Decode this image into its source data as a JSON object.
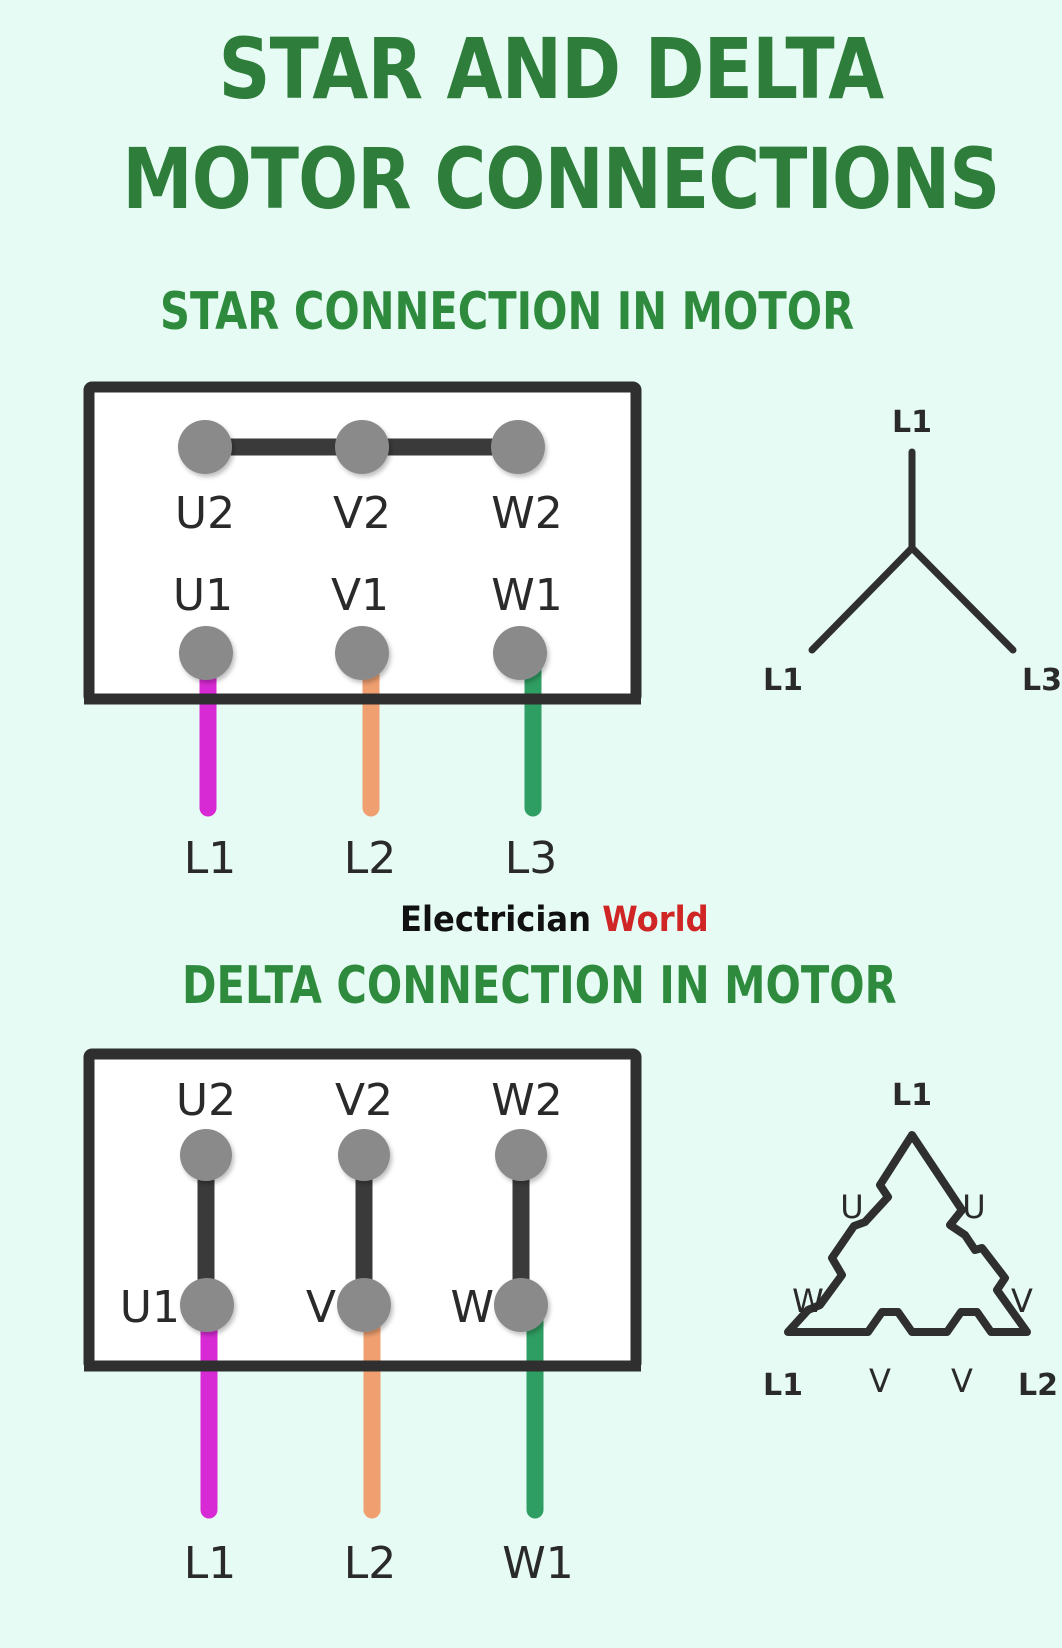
{
  "title": {
    "line1": "STAR AND DELTA",
    "line2": "MOTOR CONNECTIONS"
  },
  "watermark": {
    "part1": "Electrician",
    "part2": "World"
  },
  "colors": {
    "title_green": "#2e7d3a",
    "background": "#e6fbf4",
    "terminal_gray": "#8a8a8a",
    "box_border": "#2f2f2f",
    "wire_L1": "#d82ad4",
    "wire_L2": "#f0a070",
    "wire_L3": "#2f9e62",
    "watermark_red": "#d02525"
  },
  "star": {
    "heading": "STAR CONNECTION IN MOTOR",
    "terminal_box": {
      "top_row": [
        "U2",
        "V2",
        "W2"
      ],
      "bottom_row": [
        "U1",
        "V1",
        "W1"
      ],
      "top_row_bridged": true,
      "leads": [
        "L1",
        "L2",
        "L3"
      ]
    },
    "symbol": {
      "shape": "star (Y)",
      "top_label": "L1",
      "left_label": "L1",
      "right_label": "L3"
    }
  },
  "delta": {
    "heading": "DELTA CONNECTION IN MOTOR",
    "terminal_box": {
      "top_row": [
        "U2",
        "V2",
        "W2"
      ],
      "bottom_row": [
        "U1",
        "V",
        "W"
      ],
      "vertical_links": true,
      "leads": [
        "L1",
        "L2",
        "W1"
      ]
    },
    "symbol": {
      "shape": "delta (triangle with windings)",
      "top_label": "L1",
      "left_side_labels": [
        "U",
        "W"
      ],
      "right_side_labels": [
        "U",
        "V"
      ],
      "bottom_labels": [
        "V",
        "V"
      ],
      "bottom_left_label": "L1",
      "bottom_right_label": "L2"
    }
  }
}
